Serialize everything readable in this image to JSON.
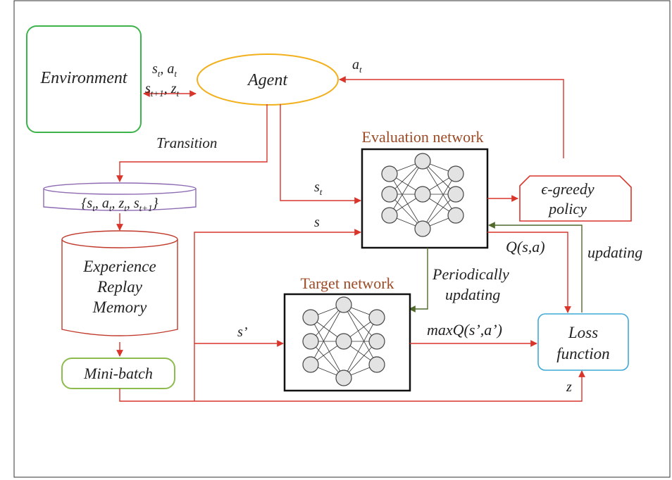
{
  "labels": {
    "environment": "Environment",
    "agent": "Agent",
    "state_action_in_prefix": "s",
    "state_action_in_mid": "t",
    "state_action_in_sep": ", a",
    "state_action_in_end": "t",
    "next_state_reward_prefix": "s",
    "next_state_reward_sub1": "t+1",
    "next_state_reward_sep": ", z",
    "next_state_reward_sub2": "t",
    "action_top": "a",
    "action_top_sub": "t",
    "transition": "Transition",
    "tuple_open": "{s",
    "tuple_s_sub": "t",
    "tuple_a": ", a",
    "tuple_a_sub": "t",
    "tuple_z": ", z",
    "tuple_z_sub": "t",
    "tuple_s2": ", s",
    "tuple_s2_sub": "t+1",
    "tuple_close": "}",
    "memory_line1": "Experience",
    "memory_line2": "Replay",
    "memory_line3": "Memory",
    "mini_batch": "Mini-batch",
    "eval_network": "Evaluation network",
    "target_network": "Target network",
    "state_eval": "s",
    "state_eval_sub": "t",
    "s_label": "s",
    "s_prime_label": "s’",
    "greedy_line1": "ϵ-greedy",
    "greedy_line2": "policy",
    "q_label": "Q(s,a)",
    "updating": "updating",
    "periodically_line1": "Periodically",
    "periodically_line2": "updating",
    "max_q": "maxQ(s’,a’)",
    "loss_line1": "Loss",
    "loss_line2": "function",
    "z_label": "z"
  },
  "colors": {
    "environment_border": "#3db34a",
    "agent_border": "#f2b01c",
    "arrow_red": "#d9352b",
    "arrow_green": "#4f6a2a",
    "buffer_border": "#8e6bb3",
    "memory_border": "#c0392b",
    "minibatch_border": "#8dbb4e",
    "loss_border": "#3fa9d6",
    "network_border": "#111111",
    "node_fill": "#e3e3e3",
    "title_text": "#9b4a25"
  },
  "icons": [
    "neural-network-icon"
  ]
}
